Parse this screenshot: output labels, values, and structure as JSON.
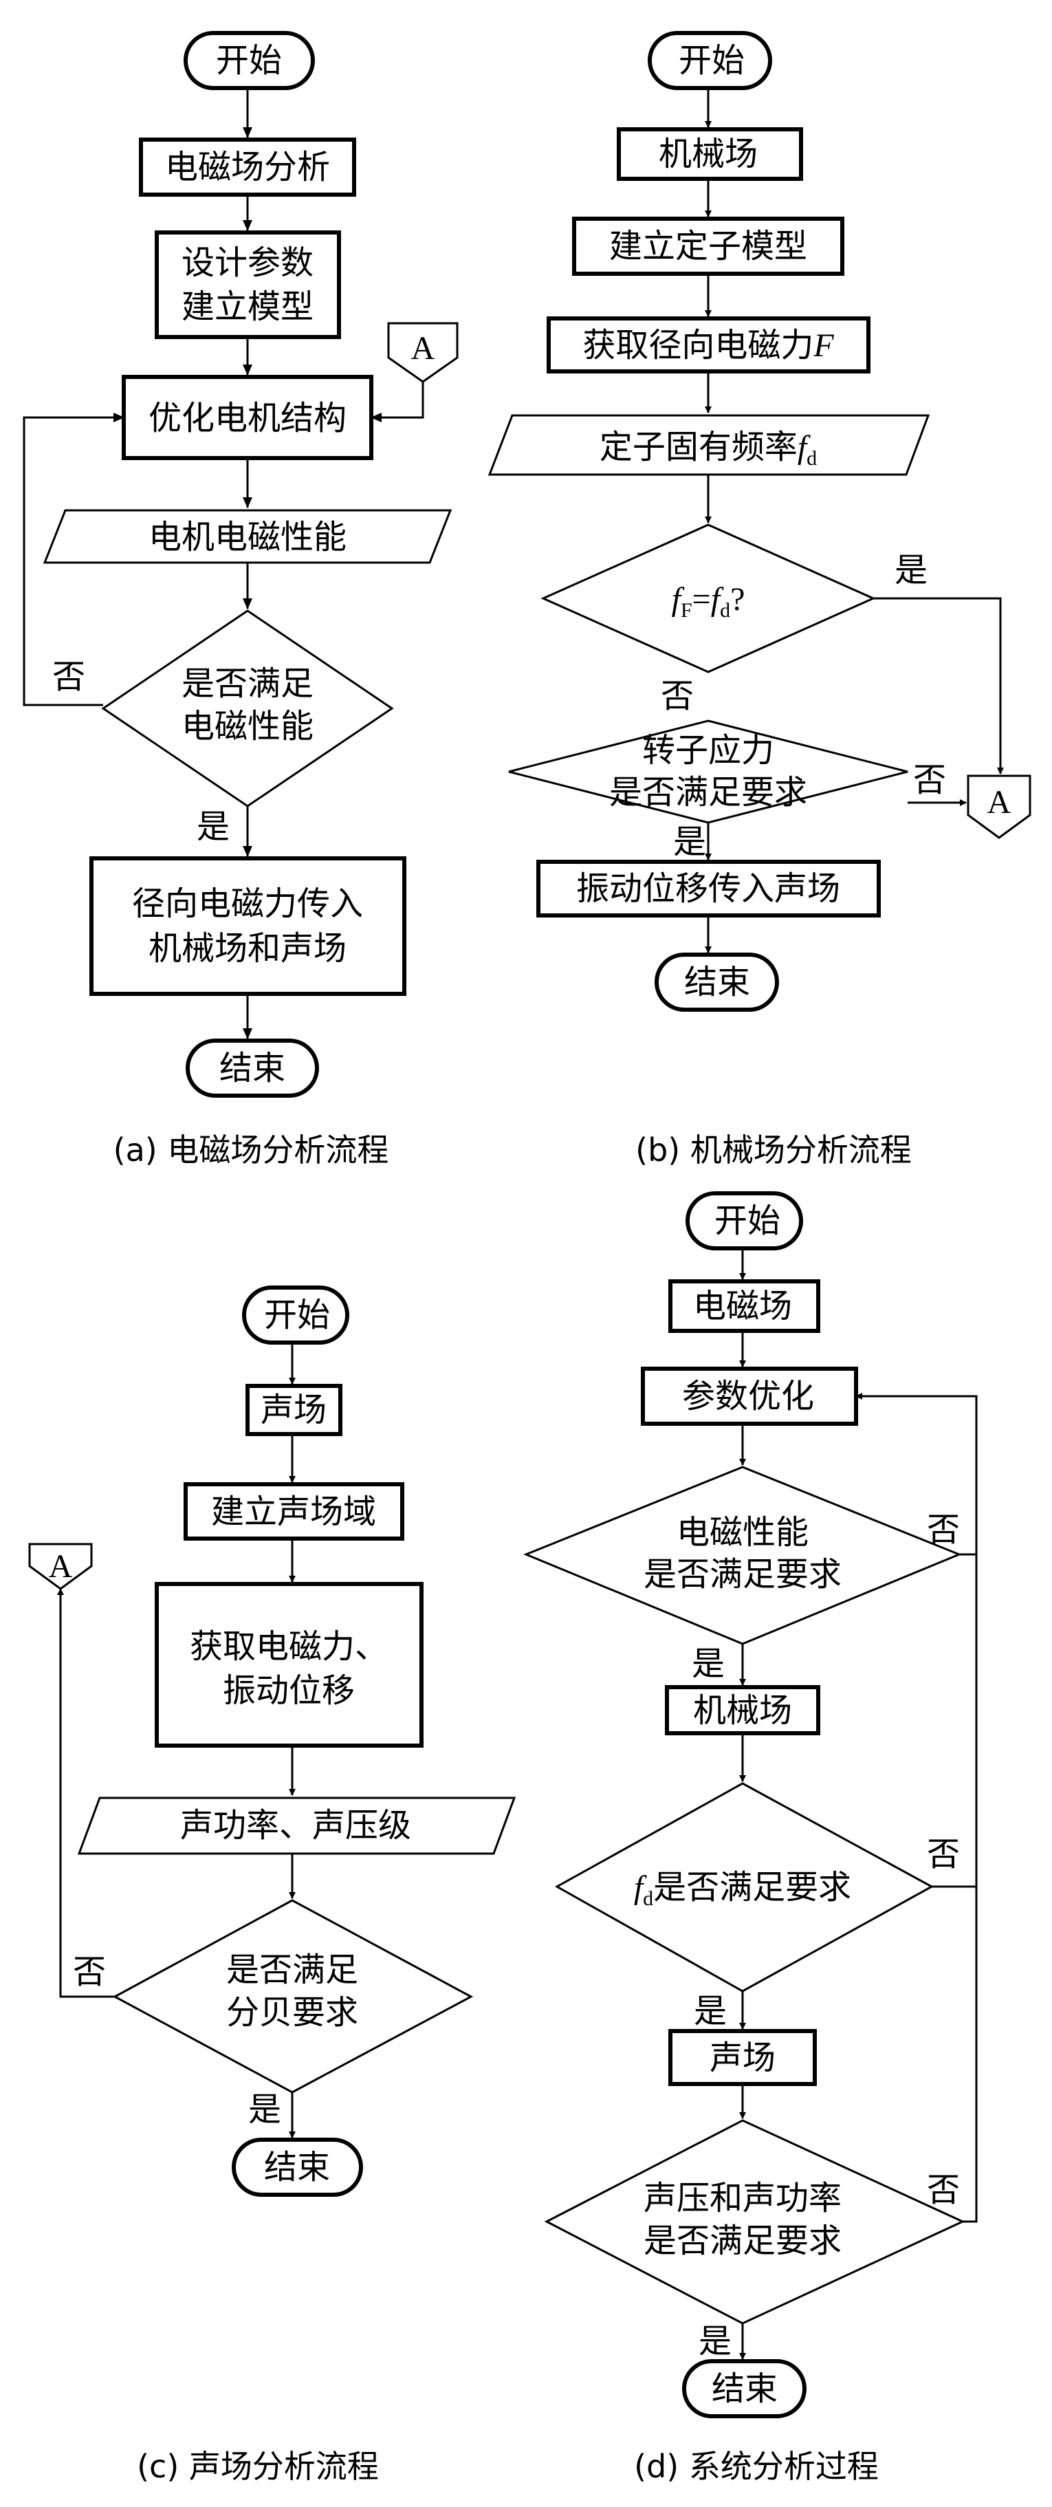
{
  "flowcharts": {
    "a": {
      "caption": "(a) 电磁场分析流程",
      "start": "开始",
      "step1": "电磁场分析",
      "step2_line1": "设计参数",
      "step2_line2": "建立模型",
      "connector": "A",
      "step3": "优化电机结构",
      "io1": "电机电磁性能",
      "decision_line1": "是否满足",
      "decision_line2": "电磁性能",
      "no": "否",
      "yes": "是",
      "step4_line1": "径向电磁力传入",
      "step4_line2": "机械场和声场",
      "end": "结束"
    },
    "b": {
      "caption": "(b) 机械场分析流程",
      "start": "开始",
      "step1": "机械场",
      "step2": "建立定子模型",
      "step3_text": "获取径向电磁力",
      "step3_var": "F",
      "io1_text": "定子固有频率",
      "io1_var": "f",
      "io1_sub": "d",
      "dec1_f": "f",
      "dec1_sub1": "F",
      "dec1_eq": "=",
      "dec1_f2": "f",
      "dec1_sub2": "d",
      "dec1_q": "?",
      "dec1_yes": "是",
      "dec1_no": "否",
      "dec2_line1": "转子应力",
      "dec2_line2": "是否满足要求",
      "dec2_no": "否",
      "dec2_yes": "是",
      "connector": "A",
      "step4": "振动位移传入声场",
      "end": "结束"
    },
    "c": {
      "caption": "(c) 声场分析流程",
      "start": "开始",
      "step1": "声场",
      "step2": "建立声场域",
      "step3_line1": "获取电磁力、",
      "step3_line2": "振动位移",
      "io1": "声功率、声压级",
      "decision_line1": "是否满足",
      "decision_line2": "分贝要求",
      "no": "否",
      "yes": "是",
      "connector": "A",
      "end": "结束"
    },
    "d": {
      "caption": "(d) 系统分析过程",
      "start": "开始",
      "step1": "电磁场",
      "step2": "参数优化",
      "dec1_line1": "电磁性能",
      "dec1_line2": "是否满足要求",
      "dec1_no": "否",
      "dec1_yes": "是",
      "step3": "机械场",
      "dec2_var": "f",
      "dec2_sub": "d",
      "dec2_text": "是否满足要求",
      "dec2_no": "否",
      "dec2_yes": "是",
      "step4": "声场",
      "dec3_line1": "声压和声功率",
      "dec3_line2": "是否满足要求",
      "dec3_no": "否",
      "dec3_yes": "是",
      "end": "结束"
    }
  }
}
